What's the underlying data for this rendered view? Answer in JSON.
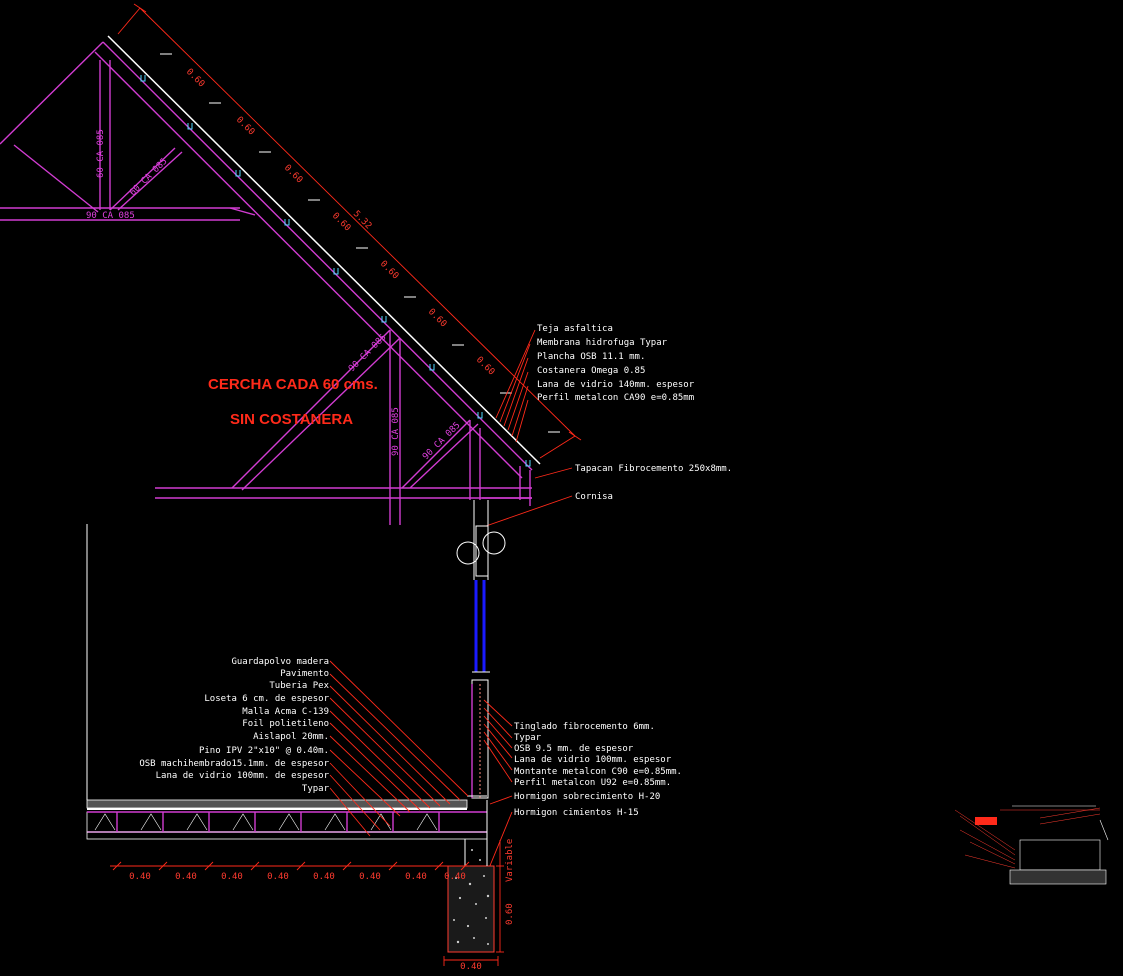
{
  "title_lines": [
    "CERCHA CADA 60 cms.",
    "SIN COSTANERA"
  ],
  "roof_layers": [
    "Teja asfaltica",
    "Membrana hidrofuga Typar",
    "Plancha OSB 11.1 mm.",
    "Costanera Omega 0.85",
    "Lana de vidrio 140mm. espesor",
    "Perfil metalcon CA90 e=0.85mm"
  ],
  "eave_labels": [
    "Tapacan Fibrocemento 250x8mm.",
    "Cornisa"
  ],
  "floor_layers": [
    "Guardapolvo madera",
    "Pavimento",
    "Tuberia Pex",
    "Loseta 6 cm. de espesor",
    "Malla Acma C-139",
    "Foil polietileno",
    "Aislapol 20mm.",
    "Pino IPV 2\"x10\" @ 0.40m.",
    "OSB machihembrado15.1mm. de espesor",
    "Lana de vidrio 100mm. de espesor",
    "Typar"
  ],
  "wall_layers": [
    "Tinglado fibrocemento 6mm.",
    "Typar",
    "OSB 9.5 mm. de espesor",
    "Lana de vidrio 100mm. espesor",
    "Montante metalcon C90 e=0.85mm.",
    "Perfil metalcon U92 e=0.85mm.",
    "Hormigon sobrecimiento H-20",
    "Hormigon cimientos H-15"
  ],
  "truss_members": [
    "60 CA 085",
    "60 CA 085",
    "90 CA 085",
    "90 CA 085",
    "90 CA 085",
    "90 CA 085"
  ],
  "slope_dims": [
    "0.60",
    "0.60",
    "0.60",
    "0.60",
    "0.60",
    "0.60",
    "0.60",
    "5.32"
  ],
  "floor_dims": [
    "0.40",
    "0.40",
    "0.40",
    "0.40",
    "0.40",
    "0.40",
    "0.40",
    "0.40"
  ],
  "footing_dims": {
    "width": "0.40",
    "depth": "0.60",
    "variable": "Variable"
  },
  "colors": {
    "background": "#000000",
    "truss": "#d13cd1",
    "dimension": "#ff2a1a",
    "text": "#ffffff",
    "window_glass": "#1a1aff",
    "title": "#ff2a1a"
  }
}
